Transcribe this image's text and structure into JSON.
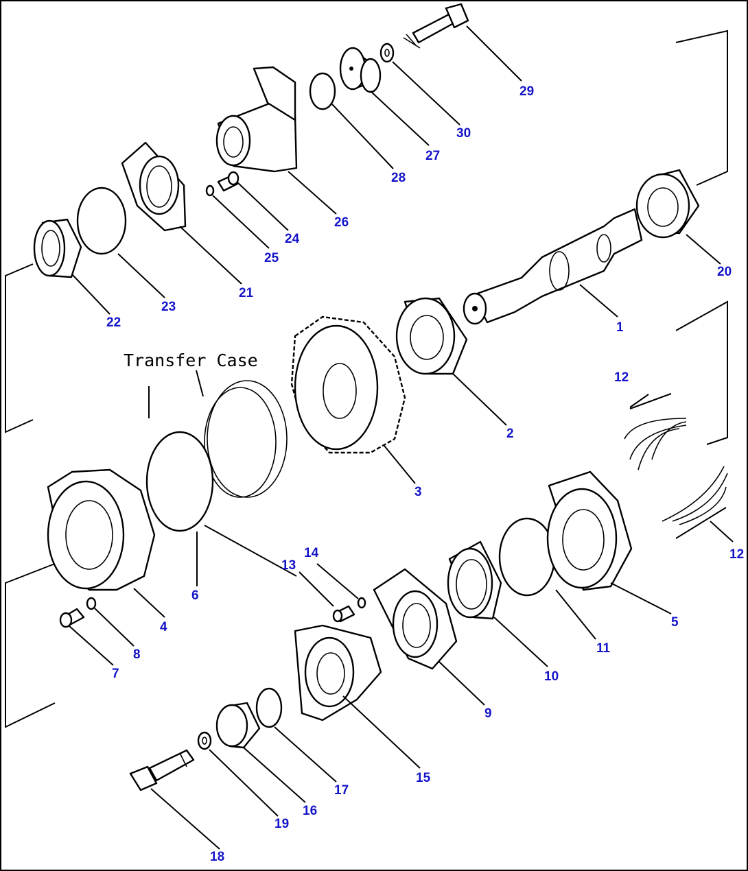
{
  "caption": "Transfer Case",
  "callout_color": "#1414c8",
  "callouts": [
    "1",
    "2",
    "3",
    "4",
    "5",
    "6",
    "7",
    "8",
    "9",
    "10",
    "11",
    "12",
    "12",
    "13",
    "14",
    "15",
    "16",
    "17",
    "18",
    "19",
    "20",
    "21",
    "22",
    "23",
    "24",
    "25",
    "26",
    "27",
    "28",
    "29",
    "30"
  ]
}
